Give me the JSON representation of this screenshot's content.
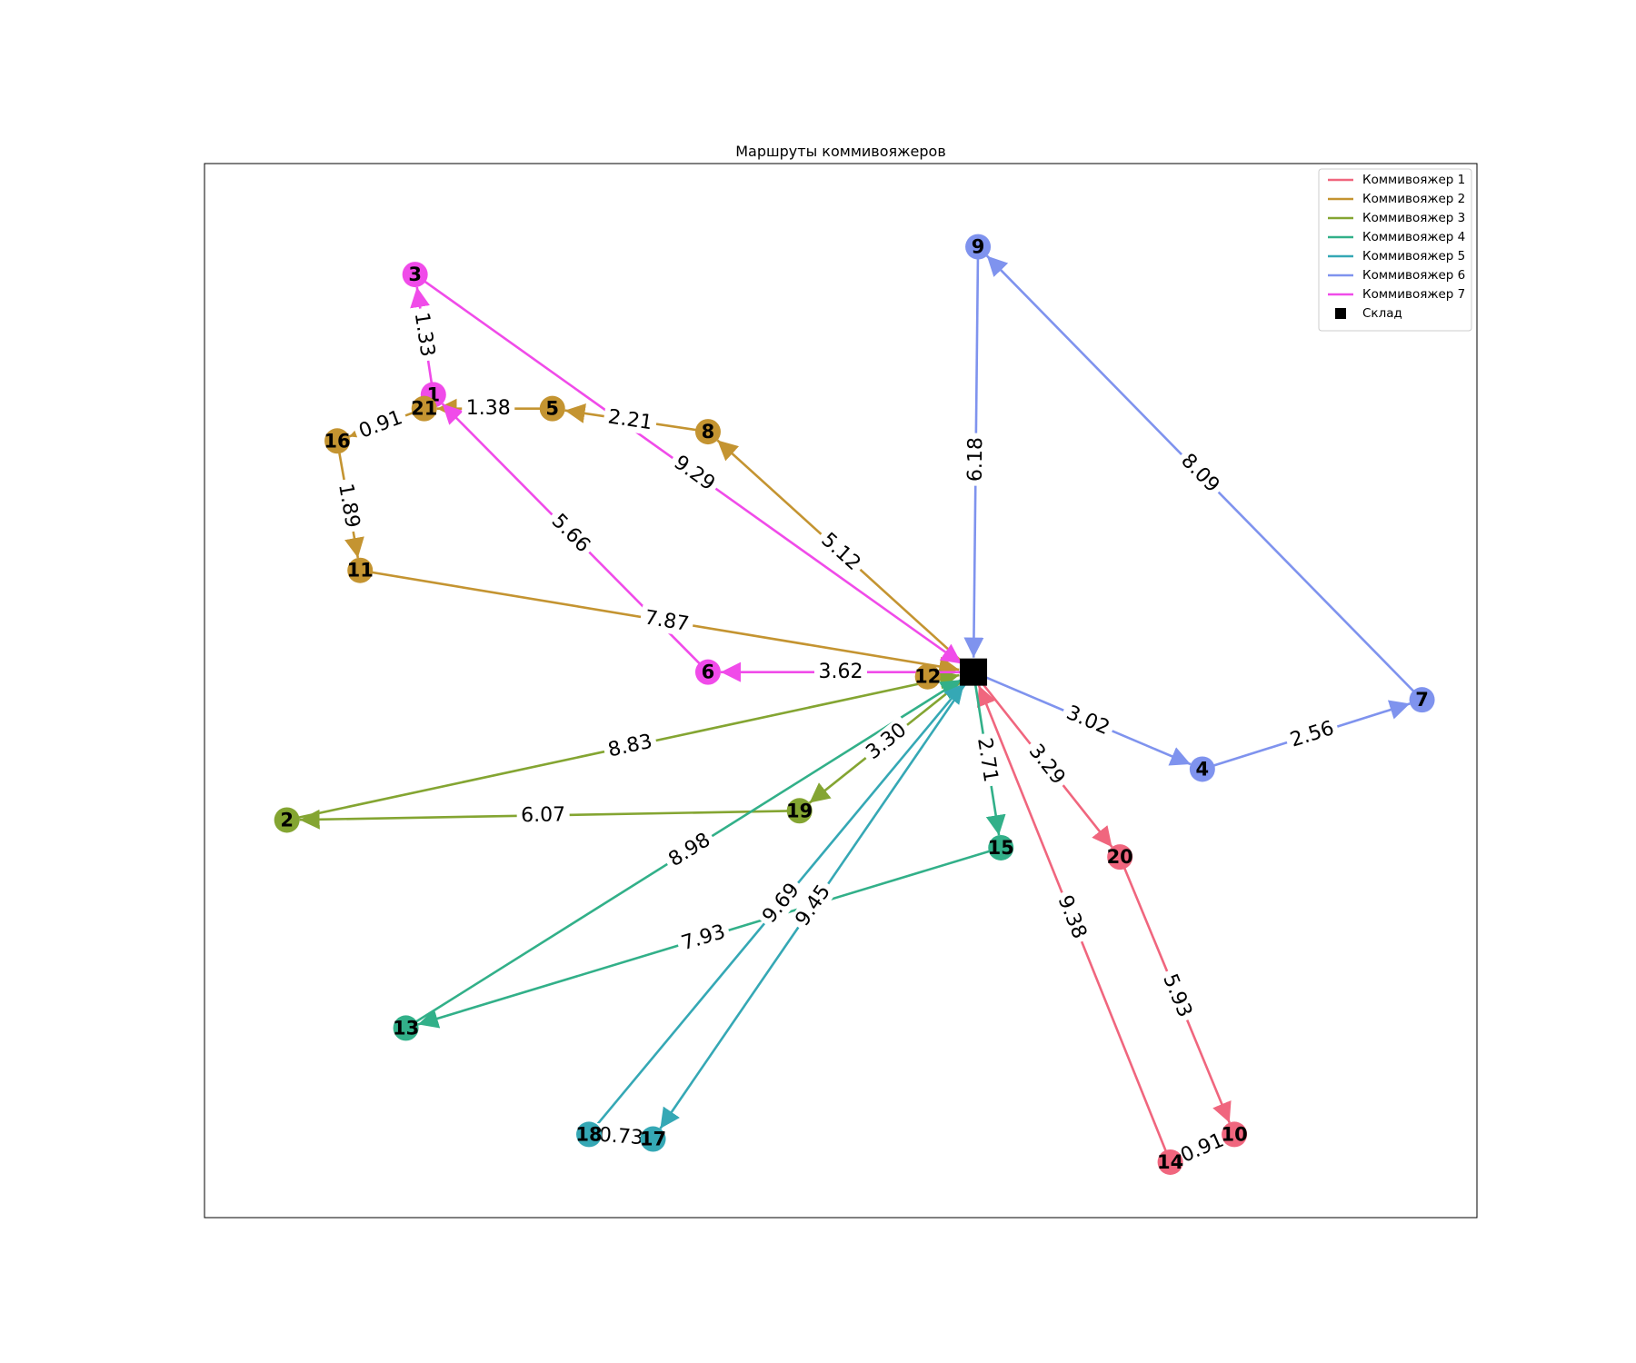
{
  "chart_data": {
    "type": "directed-graph",
    "title": "Маршруты коммивояжеров",
    "depot": {
      "id": "depot",
      "label": "Склад",
      "x": 7.5,
      "y": 6.5
    },
    "nodes": [
      {
        "id": "1",
        "x": 1.6,
        "y": 9.5,
        "route": 7
      },
      {
        "id": "2",
        "x": 0.0,
        "y": 4.9,
        "route": 3
      },
      {
        "id": "3",
        "x": 1.4,
        "y": 10.8,
        "route": 7
      },
      {
        "id": "4",
        "x": 10.0,
        "y": 5.45,
        "route": 6
      },
      {
        "id": "5",
        "x": 2.9,
        "y": 9.35,
        "route": 2
      },
      {
        "id": "6",
        "x": 4.6,
        "y": 6.5,
        "route": 7
      },
      {
        "id": "7",
        "x": 12.4,
        "y": 6.2,
        "route": 6
      },
      {
        "id": "8",
        "x": 4.6,
        "y": 9.1,
        "route": 2
      },
      {
        "id": "9",
        "x": 7.55,
        "y": 11.1,
        "route": 6
      },
      {
        "id": "10",
        "x": 10.35,
        "y": 1.5,
        "route": 1
      },
      {
        "id": "11",
        "x": 0.8,
        "y": 7.6,
        "route": 2
      },
      {
        "id": "12",
        "x": 7.0,
        "y": 6.45,
        "route": 2
      },
      {
        "id": "13",
        "x": 1.3,
        "y": 2.65,
        "route": 4
      },
      {
        "id": "14",
        "x": 9.65,
        "y": 1.2,
        "route": 1
      },
      {
        "id": "15",
        "x": 7.8,
        "y": 4.6,
        "route": 4
      },
      {
        "id": "16",
        "x": 0.55,
        "y": 9.0,
        "route": 2
      },
      {
        "id": "17",
        "x": 4.0,
        "y": 1.45,
        "route": 5
      },
      {
        "id": "18",
        "x": 3.3,
        "y": 1.5,
        "route": 5
      },
      {
        "id": "19",
        "x": 5.6,
        "y": 5.0,
        "route": 3
      },
      {
        "id": "20",
        "x": 9.1,
        "y": 4.5,
        "route": 1
      },
      {
        "id": "21",
        "x": 1.5,
        "y": 9.35,
        "route": 2
      }
    ],
    "routes": [
      {
        "name": "Коммивояжер 1",
        "color": "#f0667e",
        "path": [
          "depot",
          "20",
          "10",
          "14",
          "depot"
        ],
        "weights": [
          "3.29",
          "5.93",
          "0.91",
          "9.38"
        ]
      },
      {
        "name": "Коммивояжер 2",
        "color": "#c49431",
        "path": [
          "depot",
          "8",
          "5",
          "21",
          "16",
          "11",
          "depot"
        ],
        "weights": [
          "5.12",
          "2.21",
          "1.38",
          "0.91",
          "1.89",
          "7.87"
        ]
      },
      {
        "name": "Коммивояжер 3",
        "color": "#84a532",
        "path": [
          "depot",
          "19",
          "2",
          "depot"
        ],
        "weights": [
          "3.30",
          "6.07",
          "8.83"
        ]
      },
      {
        "name": "Коммивояжер 4",
        "color": "#32b089",
        "path": [
          "depot",
          "15",
          "13",
          "depot"
        ],
        "weights": [
          "2.71",
          "7.93",
          "8.98"
        ]
      },
      {
        "name": "Коммивояжер 5",
        "color": "#35a8b5",
        "path": [
          "depot",
          "17",
          "18",
          "depot"
        ],
        "weights": [
          "9.45",
          "0.73",
          "9.69"
        ]
      },
      {
        "name": "Коммивояжер 6",
        "color": "#7f93ee",
        "path": [
          "depot",
          "4",
          "7",
          "9",
          "depot"
        ],
        "weights": [
          "3.02",
          "2.56",
          "8.09",
          "6.18"
        ]
      },
      {
        "name": "Коммивояжер 7",
        "color": "#f04be9",
        "path": [
          "depot",
          "6",
          "1",
          "3",
          "depot"
        ],
        "weights": [
          "3.62",
          "5.66",
          "1.33",
          "9.29"
        ]
      }
    ],
    "xlim": [
      -0.9,
      13.0
    ],
    "ylim": [
      0.6,
      12.0
    ],
    "legend": "top-right",
    "grid": false
  }
}
